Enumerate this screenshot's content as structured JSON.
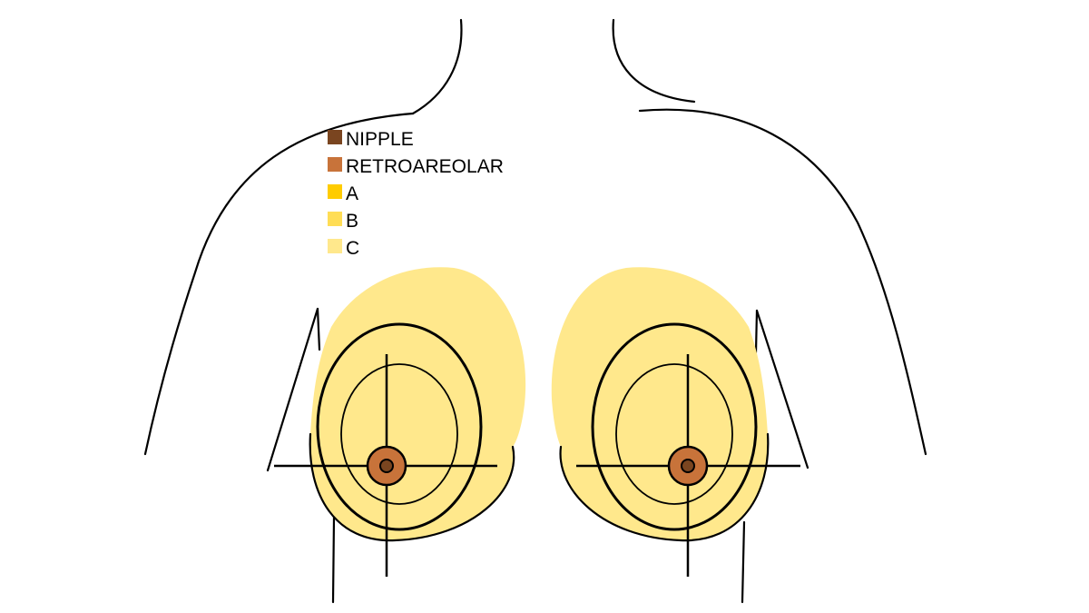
{
  "colors": {
    "nipple": "#7a4520",
    "retroareolar": "#c8733a",
    "zone_a": "#ffcc00",
    "zone_b": "#ffdd55",
    "zone_c": "#ffe88c",
    "outline": "#000000"
  },
  "legend": {
    "items": [
      {
        "label": "NIPPLE",
        "color": "#7a4520"
      },
      {
        "label": "RETROAREOLAR",
        "color": "#c8733a"
      },
      {
        "label": "A",
        "color": "#ffcc00"
      },
      {
        "label": "B",
        "color": "#ffdd55"
      },
      {
        "label": "C",
        "color": "#ffe88c"
      }
    ]
  }
}
